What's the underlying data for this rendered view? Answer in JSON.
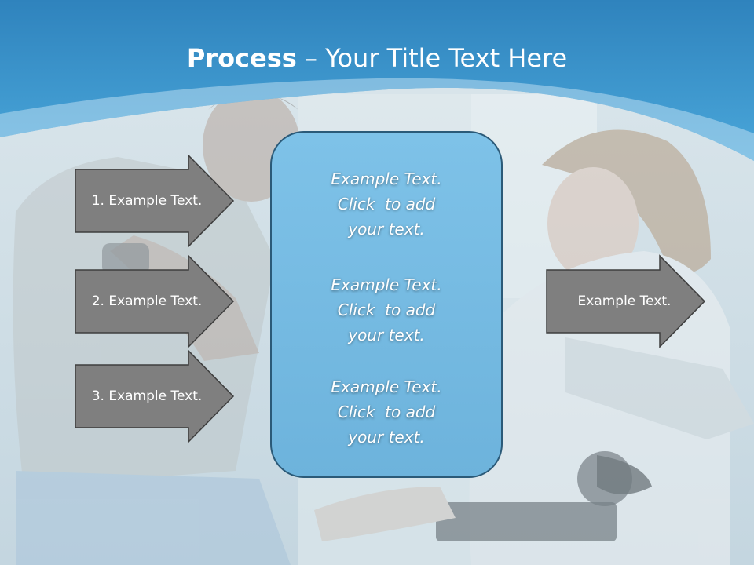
{
  "slide": {
    "title_bold": "Process",
    "title_rest": " – Your Title Text Here"
  },
  "steps": [
    {
      "label": "1. Example Text."
    },
    {
      "label": "2. Example Text."
    },
    {
      "label": "3. Example Text."
    }
  ],
  "panel": {
    "blocks": [
      {
        "line1": "Example Text.",
        "line2": "Click  to add",
        "line3": "your text."
      },
      {
        "line1": "Example Text.",
        "line2": "Click  to add",
        "line3": "your text."
      },
      {
        "line1": "Example Text.",
        "line2": "Click  to add",
        "line3": "your text."
      }
    ]
  },
  "output": {
    "label": "Example Text."
  },
  "colors": {
    "header_blue": "#3d95cc",
    "arrow_fill": "#808080",
    "panel_fill": "#78bde3"
  }
}
